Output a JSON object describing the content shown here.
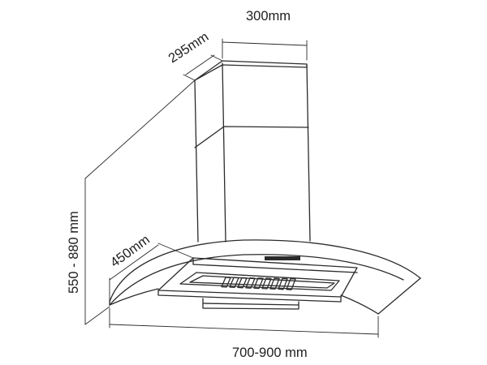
{
  "dimensions": {
    "chimney_width": "300mm",
    "chimney_depth": "295mm",
    "total_height": "550 - 880 mm",
    "hood_depth": "450mm",
    "hood_width": "700-900 mm"
  },
  "colors": {
    "line": "#2b2b2b",
    "background": "#ffffff"
  }
}
